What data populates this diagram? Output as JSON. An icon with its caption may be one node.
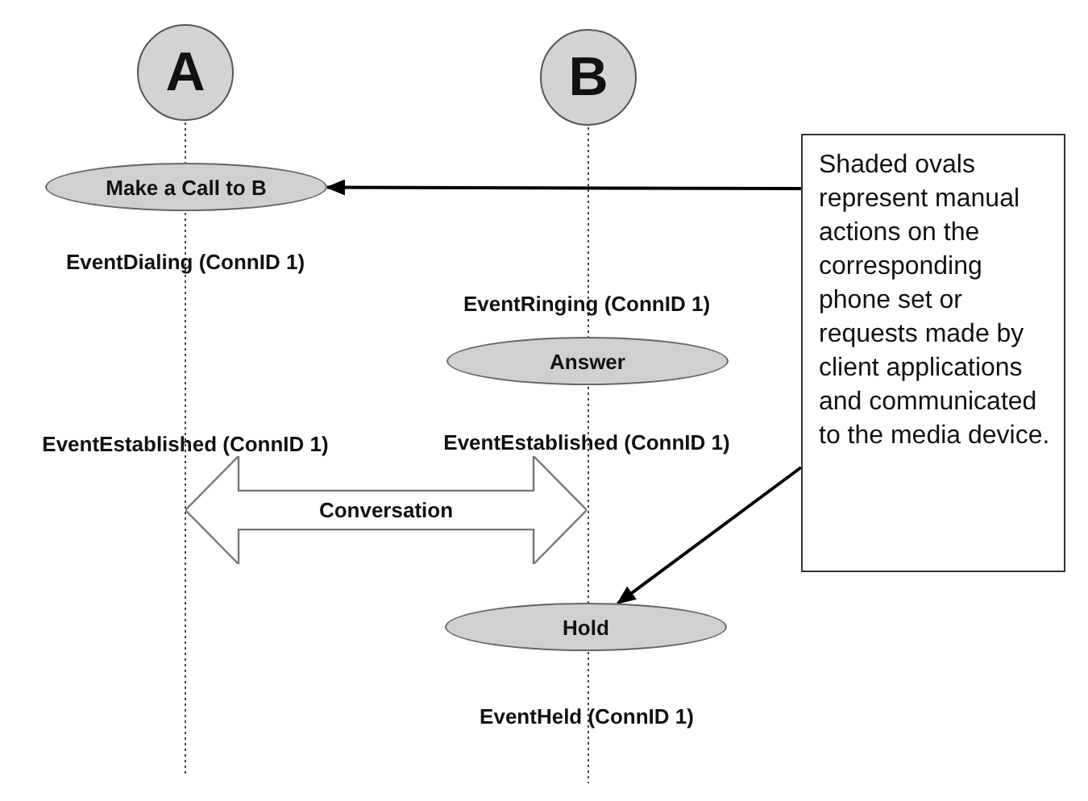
{
  "diagram": {
    "nodes": [
      {
        "text": [
          "A"
        ]
      },
      {
        "text": [
          "B"
        ]
      },
      {
        "text": [
          "Make a Call to B"
        ]
      },
      {
        "text": [
          "Answer"
        ]
      },
      {
        "text": [
          "Conversation"
        ]
      },
      {
        "text": [
          "Hold"
        ]
      },
      {
        "text": [
          "Shaded ovals represent manual actions on the corresponding phone set or requests made by client applications and communicated to the media device."
        ]
      }
    ],
    "edges": [
      {
        "from": 6,
        "to": 2,
        "arrow": "to"
      },
      {
        "from": 6,
        "to": 5,
        "arrow": "to"
      }
    ],
    "labels": [
      "EventDialing (ConnID 1)",
      "EventRinging (ConnID 1)",
      "EventEstablished (ConnID 1)",
      "EventEstablished (ConnID 1)",
      "EventHeld (ConnID 1)"
    ]
  }
}
